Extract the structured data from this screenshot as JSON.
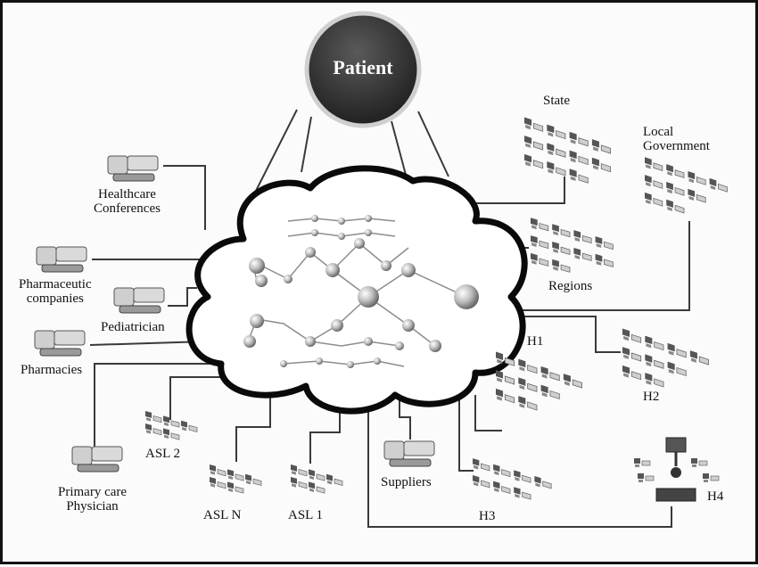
{
  "patient": {
    "label": "Patient"
  },
  "nodes": {
    "state": "State",
    "local_government_1": "Local",
    "local_government_2": "Government",
    "healthcare_conferences_1": "Healthcare",
    "healthcare_conferences_2": "Conferences",
    "pharmaceutic_companies_1": "Pharmaceutic",
    "pharmaceutic_companies_2": "companies",
    "pediatrician": "Pediatrician",
    "pharmacies": "Pharmacies",
    "regions": "Regions",
    "h1": "H1",
    "h2": "H2",
    "h3": "H3",
    "h4": "H4",
    "asl2": "ASL 2",
    "asln": "ASL N",
    "asl1": "ASL 1",
    "suppliers": "Suppliers",
    "primary_care_1": "Primary care",
    "primary_care_2": "Physician"
  },
  "colors": {
    "line": "#3a3a3a",
    "patient_fill": "#2b2b2b",
    "cloud_stroke": "#0a0a0a",
    "molecule": "#8c8c8c"
  }
}
